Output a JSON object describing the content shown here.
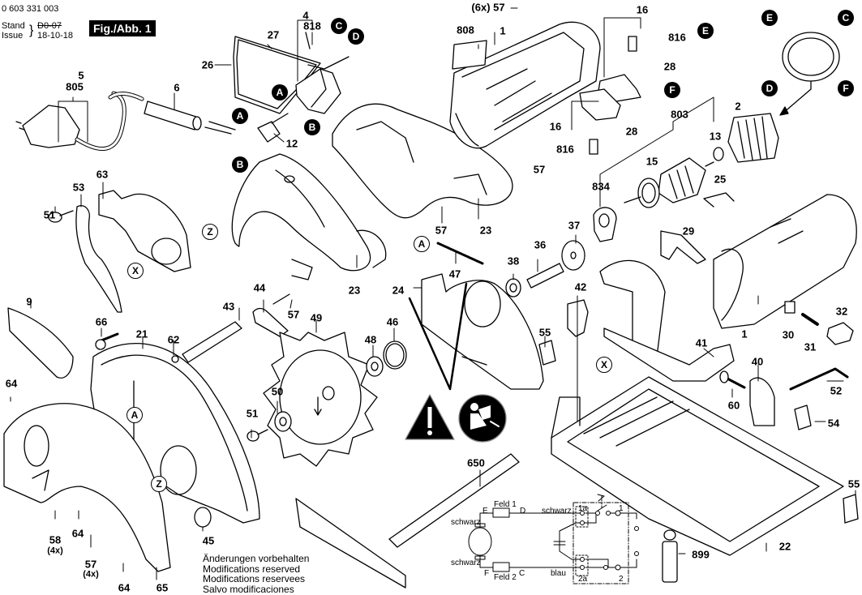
{
  "header": {
    "part_number": "0 603 331 003",
    "stand_label": "Stand",
    "issue_label": "Issue",
    "stand_date_struck": "D0-07",
    "issue_date": "18-10-18",
    "figure_label": "Fig./Abb. 1"
  },
  "notes": [
    "Änderungen vorbehalten",
    "Modifications reserved",
    "Modifications reservees",
    "Salvo modificaciones"
  ],
  "part_labels": [
    {
      "id": "p4",
      "text": "4"
    },
    {
      "id": "p818",
      "text": "818"
    },
    {
      "id": "p27",
      "text": "27"
    },
    {
      "id": "p26",
      "text": "26"
    },
    {
      "id": "p5",
      "text": "5"
    },
    {
      "id": "p805",
      "text": "805"
    },
    {
      "id": "p6",
      "text": "6"
    },
    {
      "id": "p12",
      "text": "12"
    },
    {
      "id": "p57a",
      "text": "(6x) 57"
    },
    {
      "id": "p808",
      "text": "808"
    },
    {
      "id": "p1a",
      "text": "1"
    },
    {
      "id": "p16a",
      "text": "16"
    },
    {
      "id": "p816a",
      "text": "816"
    },
    {
      "id": "p28a",
      "text": "28"
    },
    {
      "id": "p16b",
      "text": "16"
    },
    {
      "id": "p816b",
      "text": "816"
    },
    {
      "id": "p28b",
      "text": "28"
    },
    {
      "id": "p57b",
      "text": "57"
    },
    {
      "id": "p803",
      "text": "803"
    },
    {
      "id": "p13",
      "text": "13"
    },
    {
      "id": "p2",
      "text": "2"
    },
    {
      "id": "p15",
      "text": "15"
    },
    {
      "id": "p25",
      "text": "25"
    },
    {
      "id": "p834",
      "text": "834"
    },
    {
      "id": "p57c",
      "text": "57"
    },
    {
      "id": "p23a",
      "text": "23"
    },
    {
      "id": "p37",
      "text": "37"
    },
    {
      "id": "p29",
      "text": "29"
    },
    {
      "id": "p36",
      "text": "36"
    },
    {
      "id": "p38",
      "text": "38"
    },
    {
      "id": "p47",
      "text": "47"
    },
    {
      "id": "p24",
      "text": "24"
    },
    {
      "id": "p42",
      "text": "42"
    },
    {
      "id": "p1b",
      "text": "1"
    },
    {
      "id": "p32",
      "text": "32"
    },
    {
      "id": "p30",
      "text": "30"
    },
    {
      "id": "p31",
      "text": "31"
    },
    {
      "id": "p53",
      "text": "53"
    },
    {
      "id": "p63",
      "text": "63"
    },
    {
      "id": "p51a",
      "text": "51"
    },
    {
      "id": "p23b",
      "text": "23"
    },
    {
      "id": "p44",
      "text": "44"
    },
    {
      "id": "p43",
      "text": "43"
    },
    {
      "id": "p57d",
      "text": "57"
    },
    {
      "id": "p49",
      "text": "49"
    },
    {
      "id": "p9",
      "text": "9"
    },
    {
      "id": "p66",
      "text": "66"
    },
    {
      "id": "p21",
      "text": "21"
    },
    {
      "id": "p62",
      "text": "62"
    },
    {
      "id": "p48",
      "text": "48"
    },
    {
      "id": "p46",
      "text": "46"
    },
    {
      "id": "p55a",
      "text": "55"
    },
    {
      "id": "p41",
      "text": "41"
    },
    {
      "id": "p40",
      "text": "40"
    },
    {
      "id": "p52",
      "text": "52"
    },
    {
      "id": "p60",
      "text": "60"
    },
    {
      "id": "p54",
      "text": "54"
    },
    {
      "id": "p64a",
      "text": "64"
    },
    {
      "id": "p50",
      "text": "50"
    },
    {
      "id": "p51b",
      "text": "51"
    },
    {
      "id": "p650",
      "text": "650"
    },
    {
      "id": "p55b",
      "text": "55"
    },
    {
      "id": "p58",
      "text": "58"
    },
    {
      "id": "p58q",
      "text": "(4x)"
    },
    {
      "id": "p64b",
      "text": "64"
    },
    {
      "id": "p57e",
      "text": "57"
    },
    {
      "id": "p57q",
      "text": "(4x)"
    },
    {
      "id": "p64c",
      "text": "64"
    },
    {
      "id": "p65",
      "text": "65"
    },
    {
      "id": "p45",
      "text": "45"
    },
    {
      "id": "p22",
      "text": "22"
    },
    {
      "id": "p899",
      "text": "899"
    }
  ],
  "connector_bubbles": [
    {
      "id": "bC1",
      "text": "C"
    },
    {
      "id": "bD1",
      "text": "D"
    },
    {
      "id": "bA1",
      "text": "A"
    },
    {
      "id": "bB1",
      "text": "B"
    },
    {
      "id": "bA2",
      "text": "A"
    },
    {
      "id": "bB2",
      "text": "B"
    },
    {
      "id": "bE1",
      "text": "E"
    },
    {
      "id": "bF1",
      "text": "F"
    },
    {
      "id": "bE2",
      "text": "E"
    },
    {
      "id": "bC2",
      "text": "C"
    },
    {
      "id": "bD2",
      "text": "D"
    },
    {
      "id": "bF2",
      "text": "F"
    }
  ],
  "reference_circles": [
    {
      "id": "rZ1",
      "text": "Z"
    },
    {
      "id": "rX1",
      "text": "X"
    },
    {
      "id": "rA1",
      "text": "A"
    },
    {
      "id": "rX2",
      "text": "X"
    },
    {
      "id": "rA2",
      "text": "A"
    },
    {
      "id": "rZ2",
      "text": "Z"
    }
  ],
  "wiring": {
    "motor_top_wire": "schwarz",
    "motor_bottom_wire": "schwarz",
    "field1": "Feld 1",
    "field2": "Feld 2",
    "term_E": "E",
    "term_D": "D",
    "term_F": "F",
    "term_C": "C",
    "wire_D": "schwarz",
    "wire_C": "blau",
    "sw_1a": "1a",
    "sw_2a": "2a",
    "sw_1": "1",
    "sw_2": "2"
  },
  "symbols": {
    "warning": "warning-triangle",
    "manual": "read-manual"
  }
}
